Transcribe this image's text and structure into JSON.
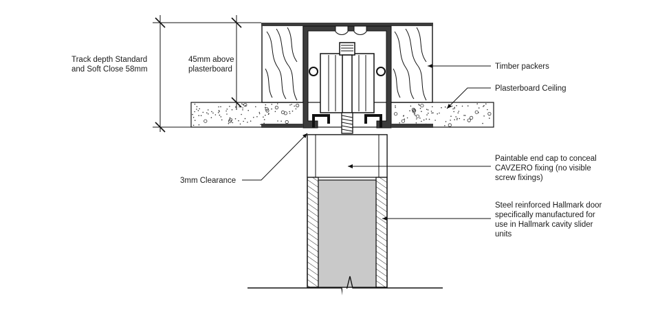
{
  "labels": {
    "track_depth_line1": "Track depth Standard",
    "track_depth_line2": "and Soft Close 58mm",
    "above_plaster_line1": "45mm above",
    "above_plaster_line2": "plasterboard",
    "timber_packers": "Timber packers",
    "plasterboard_ceiling": "Plasterboard Ceiling",
    "clearance": "3mm Clearance",
    "end_cap_line1": "Paintable end cap to conceal",
    "end_cap_line2": "CAVZERO fixing (no visible",
    "end_cap_line3": "screw fixings)",
    "door_line1": "Steel reinforced Hallmark door",
    "door_line2": "specifically manufactured for",
    "door_line3": "use in Hallmark cavity slider",
    "door_line4": "units"
  },
  "colors": {
    "ink": "#111111",
    "door_core": "#c9c9c9",
    "track_body": "#3c3c3c"
  }
}
